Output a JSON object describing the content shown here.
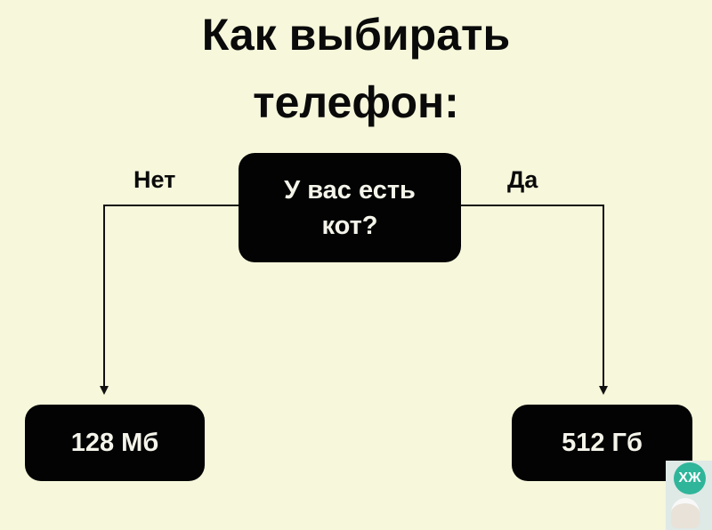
{
  "title": {
    "line1": "Как выбирать",
    "line2": "телефон:"
  },
  "question": {
    "line1": "У вас есть",
    "line2": "кот?"
  },
  "branches": {
    "no": "Нет",
    "yes": "Да"
  },
  "outcomes": {
    "no": "128 Мб",
    "yes": "512 Гб"
  },
  "watermark": {
    "logo_text": "ХЖ"
  },
  "colors": {
    "background": "#f6f7db",
    "box": "#030303",
    "box_text": "#f4f4ea",
    "logo": "#2fb59a"
  }
}
